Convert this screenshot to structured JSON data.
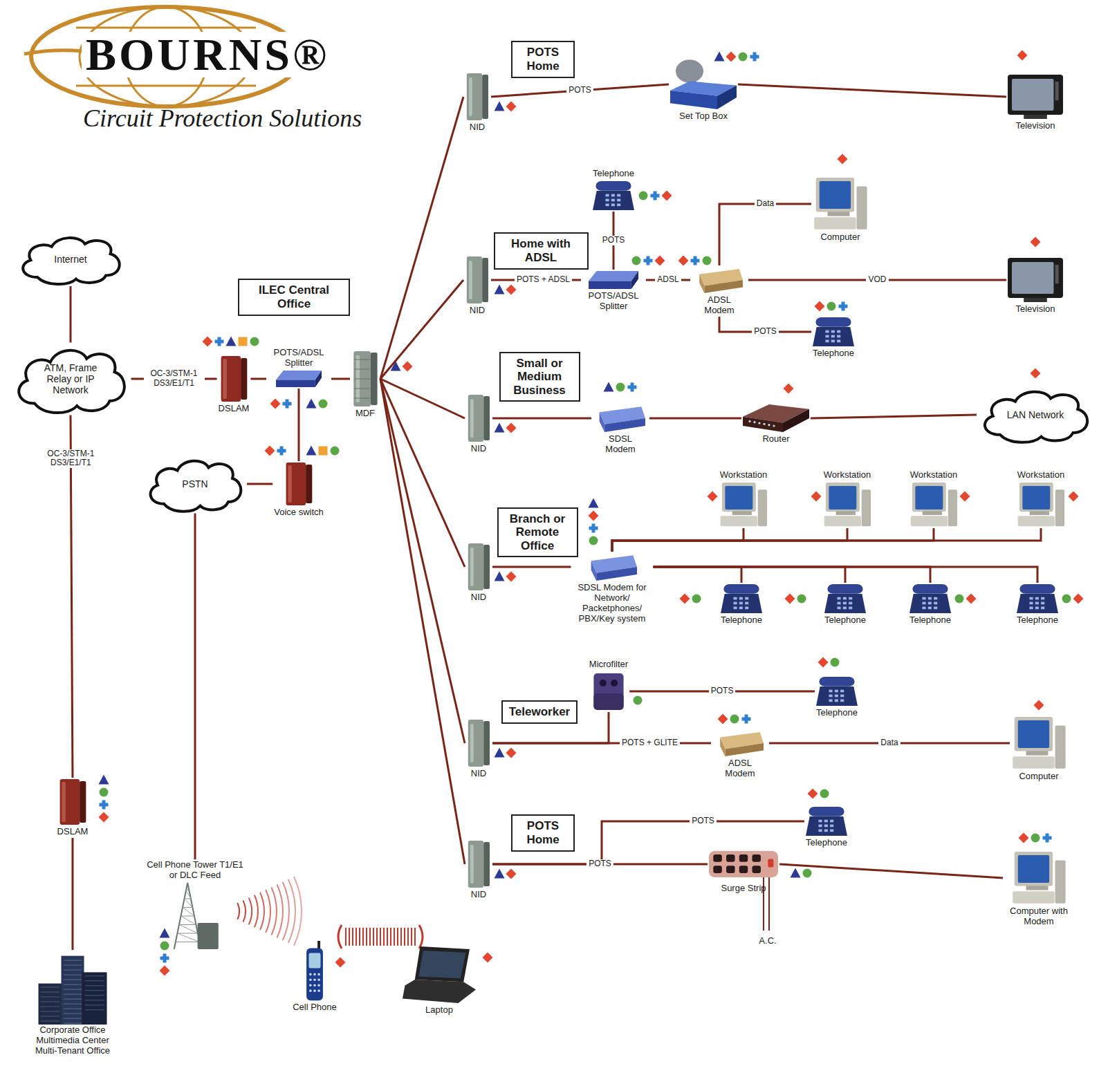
{
  "diagram": {
    "title": "BOURNS®",
    "caption": "Circuit Protection Solutions",
    "nodes": [
      {
        "text": [
          "Internet"
        ]
      },
      {
        "text": [
          "ATM, Frame Relay or IP Network"
        ]
      },
      {
        "text": [
          "DSLAM"
        ]
      },
      {
        "text": [
          "POTS/ADSL Splitter"
        ]
      },
      {
        "text": [
          "ILEC Central Office"
        ]
      },
      {
        "text": [
          "PSTN"
        ]
      },
      {
        "text": [
          "Voice switch"
        ]
      },
      {
        "text": [
          "MDF"
        ]
      },
      {
        "text": [
          "DSLAM"
        ]
      },
      {
        "text": [
          "Corporate Office Multimedia Center Multi-Tenant Office"
        ]
      },
      {
        "text": [
          "Cell Phone Tower T1/E1 or DLC Feed"
        ]
      },
      {
        "text": [
          "Cell Phone"
        ]
      },
      {
        "text": [
          "Laptop"
        ]
      },
      {
        "text": [
          "NID"
        ]
      },
      {
        "text": [
          "POTS Home"
        ]
      },
      {
        "text": [
          "Set Top Box"
        ]
      },
      {
        "text": [
          "Television"
        ]
      },
      {
        "text": [
          "NID"
        ]
      },
      {
        "text": [
          "Home with ADSL"
        ]
      },
      {
        "text": [
          "Telephone"
        ]
      },
      {
        "text": [
          "POTS/ADSL Splitter"
        ]
      },
      {
        "text": [
          "ADSL Modem"
        ]
      },
      {
        "text": [
          "Computer"
        ]
      },
      {
        "text": [
          "Television"
        ]
      },
      {
        "text": [
          "Telephone"
        ]
      },
      {
        "text": [
          "NID"
        ]
      },
      {
        "text": [
          "Small or Medium Business"
        ]
      },
      {
        "text": [
          "SDSL Modem"
        ]
      },
      {
        "text": [
          "Router"
        ]
      },
      {
        "text": [
          "LAN Network"
        ]
      },
      {
        "text": [
          "NID"
        ]
      },
      {
        "text": [
          "Branch or Remote Office"
        ]
      },
      {
        "text": [
          "SDSL Modem for Network/ Packetphones/ PBX/Key system"
        ]
      },
      {
        "text": [
          "Workstation"
        ]
      },
      {
        "text": [
          "Workstation"
        ]
      },
      {
        "text": [
          "Workstation"
        ]
      },
      {
        "text": [
          "Workstation"
        ]
      },
      {
        "text": [
          "Telephone"
        ]
      },
      {
        "text": [
          "Telephone"
        ]
      },
      {
        "text": [
          "Telephone"
        ]
      },
      {
        "text": [
          "Telephone"
        ]
      },
      {
        "text": [
          "NID"
        ]
      },
      {
        "text": [
          "Teleworker"
        ]
      },
      {
        "text": [
          "Microfilter"
        ]
      },
      {
        "text": [
          "Telephone"
        ]
      },
      {
        "text": [
          "ADSL Modem"
        ]
      },
      {
        "text": [
          "Computer"
        ]
      },
      {
        "text": [
          "NID"
        ]
      },
      {
        "text": [
          "POTS Home"
        ]
      },
      {
        "text": [
          "Telephone"
        ]
      },
      {
        "text": [
          "Surge Strip"
        ]
      },
      {
        "text": [
          "Computer with Modem"
        ]
      }
    ],
    "edges": [
      {
        "from": 0,
        "to": 1,
        "arrow": "none"
      },
      {
        "from": 1,
        "to": 2,
        "label": "OC-3/STM-1 DS3/E1/T1",
        "arrow": "none"
      },
      {
        "from": 1,
        "to": 8,
        "label": "OC-3/STM-1 DS3/E1/T1",
        "arrow": "none"
      },
      {
        "from": 2,
        "to": 3,
        "arrow": "none"
      },
      {
        "from": 3,
        "to": 7,
        "arrow": "none"
      },
      {
        "from": 3,
        "to": 6,
        "arrow": "none"
      },
      {
        "from": 5,
        "to": 6,
        "arrow": "none"
      },
      {
        "from": 5,
        "to": 10,
        "arrow": "none"
      },
      {
        "from": 8,
        "to": 9,
        "arrow": "none"
      },
      {
        "from": 7,
        "to": 13,
        "arrow": "none"
      },
      {
        "from": 7,
        "to": 17,
        "arrow": "none"
      },
      {
        "from": 7,
        "to": 25,
        "arrow": "none"
      },
      {
        "from": 7,
        "to": 30,
        "arrow": "none"
      },
      {
        "from": 7,
        "to": 41,
        "arrow": "none"
      },
      {
        "from": 7,
        "to": 47,
        "arrow": "none"
      },
      {
        "from": 13,
        "to": 15,
        "label": "POTS",
        "arrow": "none"
      },
      {
        "from": 15,
        "to": 16,
        "arrow": "none"
      },
      {
        "from": 17,
        "to": 20,
        "label": "POTS + ADSL",
        "arrow": "none"
      },
      {
        "from": 20,
        "to": 19,
        "label": "POTS",
        "arrow": "none"
      },
      {
        "from": 20,
        "to": 21,
        "label": "ADSL",
        "arrow": "none"
      },
      {
        "from": 21,
        "to": 22,
        "label": "Data",
        "arrow": "none"
      },
      {
        "from": 21,
        "to": 23,
        "label": "VOD",
        "arrow": "none"
      },
      {
        "from": 21,
        "to": 24,
        "label": "POTS",
        "arrow": "none"
      },
      {
        "from": 25,
        "to": 27,
        "arrow": "none"
      },
      {
        "from": 27,
        "to": 28,
        "arrow": "none"
      },
      {
        "from": 28,
        "to": 29,
        "arrow": "none"
      },
      {
        "from": 30,
        "to": 32,
        "arrow": "none"
      },
      {
        "from": 32,
        "to": 33,
        "arrow": "none"
      },
      {
        "from": 32,
        "to": 34,
        "arrow": "none"
      },
      {
        "from": 32,
        "to": 35,
        "arrow": "none"
      },
      {
        "from": 32,
        "to": 36,
        "arrow": "none"
      },
      {
        "from": 32,
        "to": 37,
        "arrow": "none"
      },
      {
        "from": 32,
        "to": 38,
        "arrow": "none"
      },
      {
        "from": 32,
        "to": 39,
        "arrow": "none"
      },
      {
        "from": 32,
        "to": 40,
        "arrow": "none"
      },
      {
        "from": 41,
        "to": 45,
        "label": "POTS + GLITE",
        "arrow": "none"
      },
      {
        "from": 41,
        "to": 43,
        "arrow": "none"
      },
      {
        "from": 43,
        "to": 44,
        "label": "POTS",
        "arrow": "none"
      },
      {
        "from": 45,
        "to": 46,
        "label": "Data",
        "arrow": "none"
      },
      {
        "from": 47,
        "to": 49,
        "label": "POTS",
        "arrow": "none"
      },
      {
        "from": 47,
        "to": 50,
        "label": "POTS",
        "arrow": "none"
      },
      {
        "from": 50,
        "to": 51,
        "arrow": "none"
      }
    ],
    "labels": [
      "A.C."
    ]
  }
}
